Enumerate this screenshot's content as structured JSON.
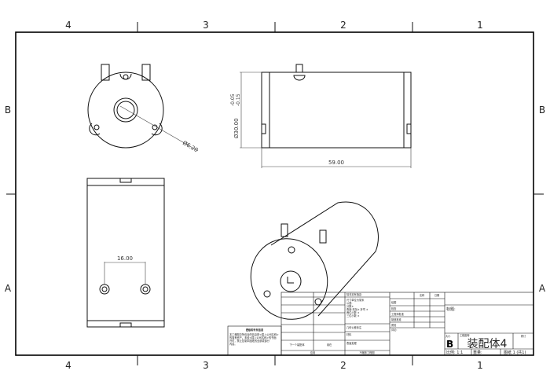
{
  "zones": {
    "columns": [
      "4",
      "3",
      "2",
      "1"
    ],
    "rows": [
      "B",
      "A"
    ]
  },
  "dimensions": {
    "hole_diameter": "Ø6.20",
    "outer_diameter": "Ø30.00",
    "tolerance_upper": "-0.05",
    "tolerance_lower": "-0.15",
    "length": "59.00",
    "hole_spacing": "16.00"
  },
  "title_block": {
    "unless_specified": "除非另有指定:",
    "units_lines": [
      "尺寸单位为毫米",
      "公差:",
      "分数±",
      "角度:机加±    折弯 ±",
      "两位小数  ±",
      "三位小数  ±"
    ],
    "name_header": "名称",
    "date_header": "日期",
    "roles": [
      "绘图",
      "检查",
      "工程师批准",
      "制造批准",
      "质检"
    ],
    "comment": "评论:",
    "geometry_tolerance": "几何公差标注",
    "material": "材料",
    "finish": "表面处理",
    "next_assembly": "下一个装配体",
    "used_on": "用在",
    "application": "应用",
    "do_not_scale": "不缩放工程图",
    "title_label": "标题:",
    "size_label": "大小",
    "size_value": "B",
    "drawing_number_label": "工程图号",
    "drawing_number": "装配体4",
    "revision_label": "修订",
    "scale": "比例: 1:1",
    "weight": "重量:",
    "sheet": "图纸 1 (共1)",
    "note_title": "密级和专有信息",
    "note_lines": [
      "本工程图中所包含的信息是<插入公司名称>",
      "的独有资产。未经<插入公司名称>的书面",
      "许可，禁止复制本图纸的全部或部分",
      "内容。"
    ]
  }
}
